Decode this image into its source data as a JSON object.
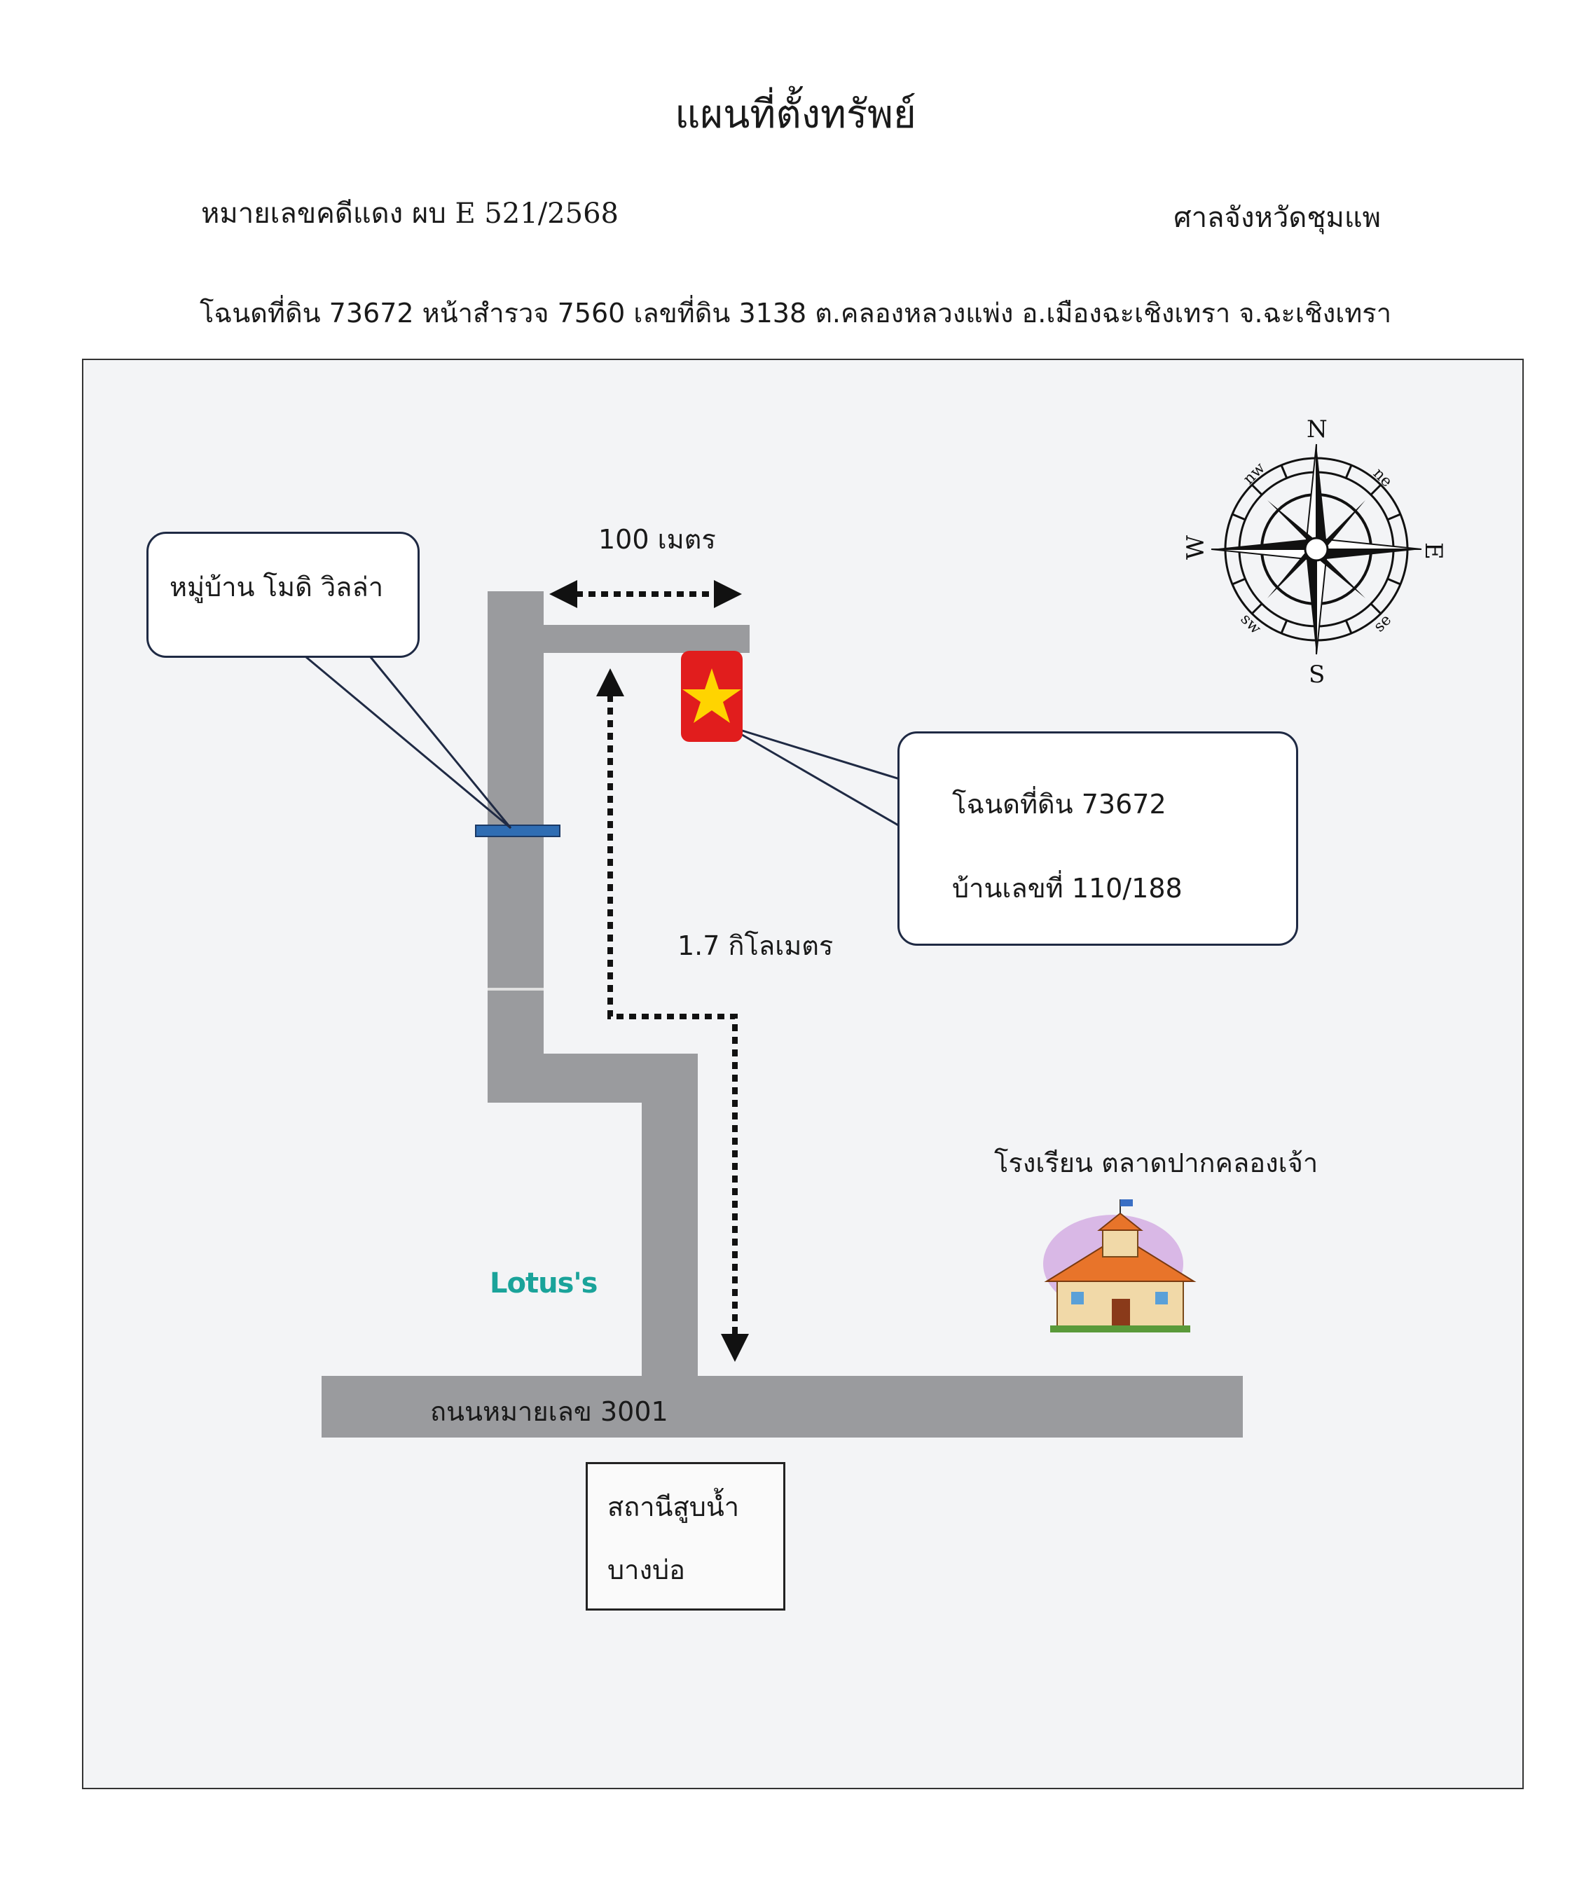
{
  "header": {
    "title": "แผนที่ตั้งทรัพย์",
    "case_number": "หมายเลขคดีแดง  ผบ E 521/2568",
    "court": "ศาลจังหวัดชุมแพ",
    "deed_line": "โฉนดที่ดิน 73672 หน้าสำรวจ 7560 เลขที่ดิน 3138  ต.คลองหลวงแพ่ง  อ.เมืองฉะเชิงเทรา จ.ฉะเชิงเทรา"
  },
  "map": {
    "village_callout": "หมู่บ้าน โมดิ วิลล่า",
    "distance_top": "100 เมตร",
    "distance_side": "1.7 กิโลเมตร",
    "property_callout": {
      "deed": "โฉนดที่ดิน 73672",
      "house_number": "บ้านเลขที่ 110/188"
    },
    "school_label": "โรงเรียน ตลาดปากคลองเจ้า",
    "store_logo": "Lotus's",
    "main_road": "ถนนหมายเลข 3001",
    "station": {
      "line1": "สถานีสูบน้ำ",
      "line2": "บางบ่อ"
    },
    "compass": {
      "north": "N",
      "south": "S",
      "east": "E",
      "west": "W",
      "northwest": "nw",
      "northeast": "ne",
      "southwest": "sw",
      "southeast": "se"
    },
    "colors": {
      "road": "#9a9b9e",
      "marker_fill": "#e11d1d",
      "marker_star": "#ffd400",
      "gate": "#2f6db3",
      "callout_border": "#1f2a44"
    },
    "icons": [
      "star-marker-icon",
      "compass-rose-icon",
      "school-building-icon",
      "dotted-arrow-icon"
    ]
  }
}
